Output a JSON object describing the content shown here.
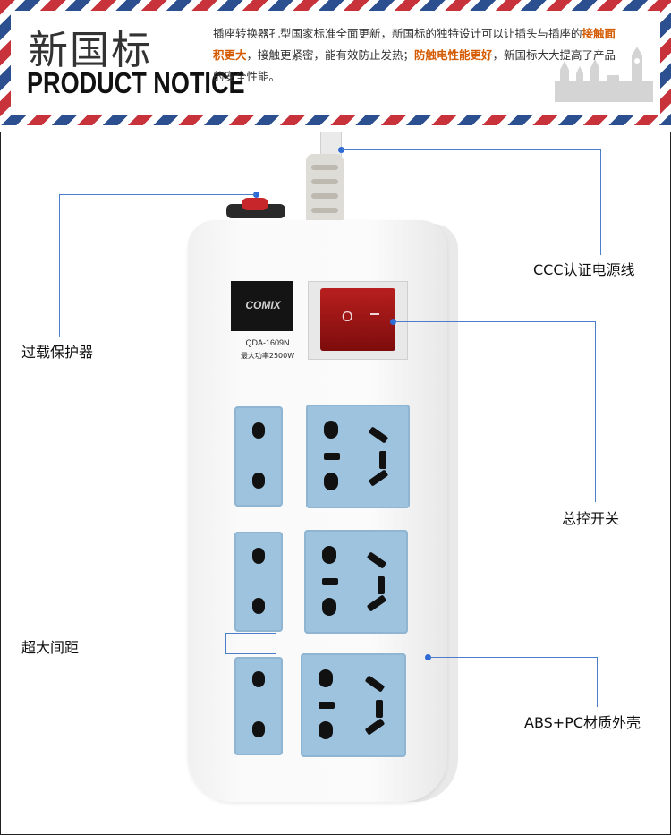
{
  "header": {
    "title_cn": "新国标",
    "title_en": "PRODUCT NOTICE",
    "notice": {
      "part1": "插座转换器孔型国家标准全面更新，新国标的独特设计可以让插头与插座的",
      "highlight1": "接触面积更大",
      "part2": "，接触更紧密，能有效防止发热；",
      "highlight2": "防触电性能更好",
      "part3": "，新国标大大提高了产品的安全性能。"
    }
  },
  "product": {
    "brand": "COMIX",
    "model": "QDA-1609N",
    "max_power": "最大功率2500W",
    "switch_off_symbol": "O"
  },
  "callouts": {
    "cord": "CCC认证电源线",
    "overload": "过载保护器",
    "switch": "总控开关",
    "spacing": "超大间距",
    "shell": "ABS+PC材质外壳"
  },
  "colors": {
    "accent_red": "#c8323b",
    "accent_blue": "#2b4f8f",
    "highlight_orange": "#d45a00",
    "socket_blue": "#9ec3df",
    "callout_line": "#4a7ec7"
  }
}
